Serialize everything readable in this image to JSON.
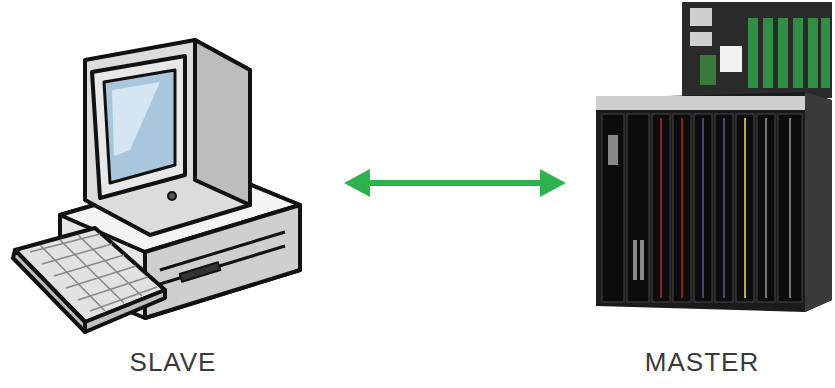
{
  "diagram": {
    "nodes": [
      {
        "text": [
          "SLAVE"
        ]
      },
      {
        "text": [
          "MASTER"
        ]
      }
    ],
    "edges": [
      {
        "from": 0,
        "to": 1,
        "arrow": "both"
      }
    ]
  }
}
